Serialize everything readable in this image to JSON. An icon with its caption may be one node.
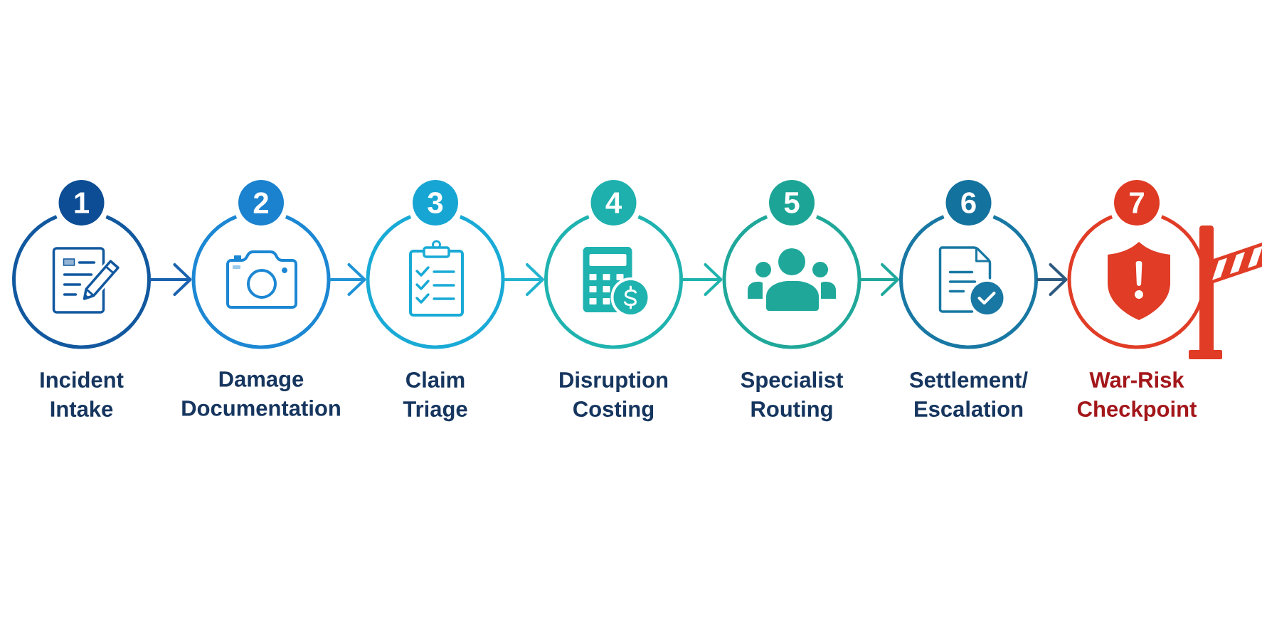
{
  "diagram": {
    "nodes": [
      {
        "text": [
          "1",
          "Incident Intake"
        ]
      },
      {
        "text": [
          "2",
          "Damage Documentation"
        ]
      },
      {
        "text": [
          "3",
          "Claim Triage"
        ]
      },
      {
        "text": [
          "4",
          "Disruption Costing"
        ]
      },
      {
        "text": [
          "5",
          "Specialist Routing"
        ]
      },
      {
        "text": [
          "6",
          "Settlement/ Escalation"
        ]
      },
      {
        "text": [
          "7",
          "War-Risk Checkpoint"
        ]
      }
    ],
    "edges": [
      {
        "from": 0,
        "to": 1,
        "arrow": "to",
        "color": "#1a62b0"
      },
      {
        "from": 1,
        "to": 2,
        "arrow": "to",
        "color": "#1f93d6"
      },
      {
        "from": 2,
        "to": 3,
        "arrow": "to",
        "color": "#22b4cf"
      },
      {
        "from": 3,
        "to": 4,
        "arrow": "to",
        "color": "#20b3ad"
      },
      {
        "from": 4,
        "to": 5,
        "arrow": "to",
        "color": "#1fa89c"
      },
      {
        "from": 5,
        "to": 6,
        "arrow": "to",
        "color": "#2e5a80"
      }
    ]
  }
}
